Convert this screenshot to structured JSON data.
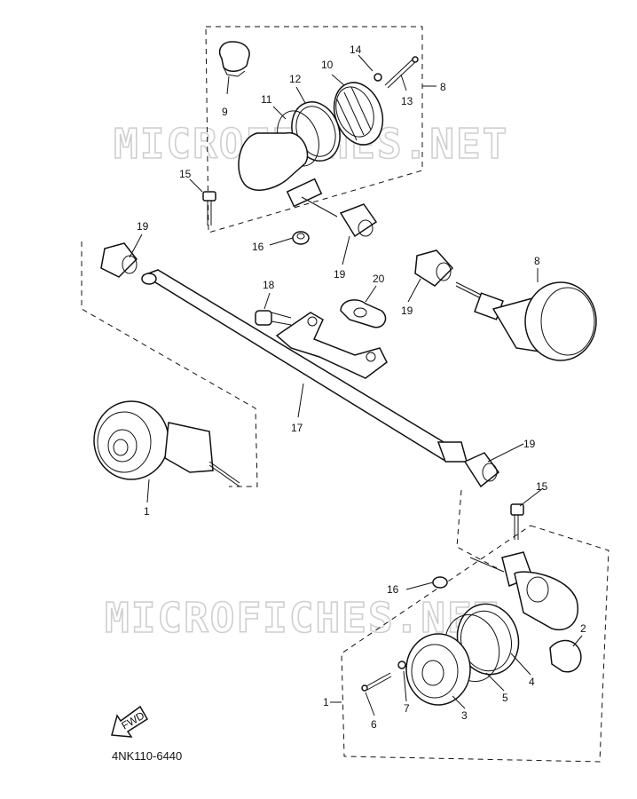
{
  "watermark": "MICROFICHES.NET",
  "diagram_code": "4NK110-6440",
  "fwd_label": "FWD",
  "callouts": {
    "c1a": "1",
    "c1b": "1",
    "c2": "2",
    "c3": "3",
    "c4": "4",
    "c5": "5",
    "c6": "6",
    "c7": "7",
    "c8a": "8",
    "c8b": "8",
    "c9": "9",
    "c10": "10",
    "c11": "11",
    "c12": "12",
    "c13": "13",
    "c14": "14",
    "c15a": "15",
    "c15b": "15",
    "c16a": "16",
    "c16b": "16",
    "c17": "17",
    "c18": "18",
    "c19a": "19",
    "c19b": "19",
    "c19c": "19",
    "c19d": "19",
    "c20": "20"
  }
}
